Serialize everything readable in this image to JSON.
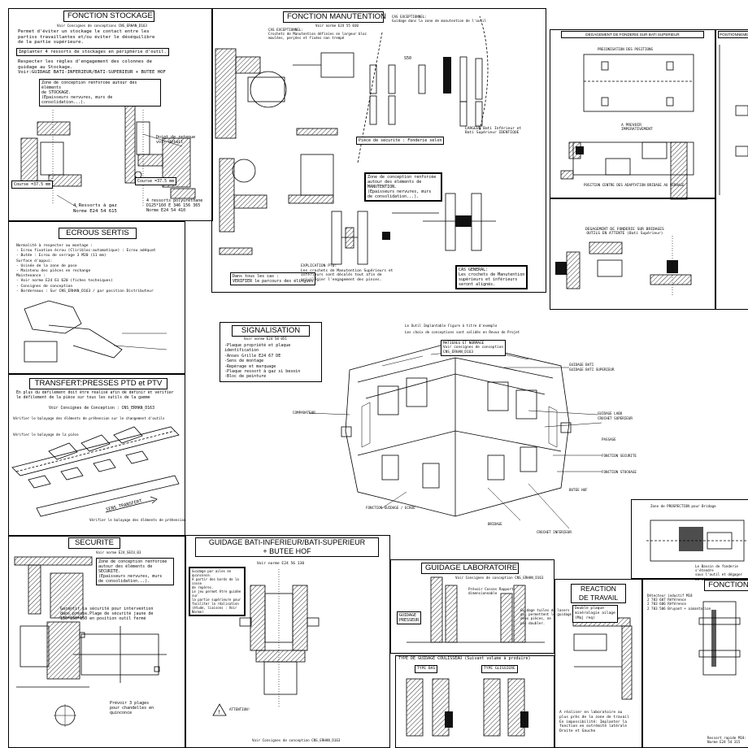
{
  "stockage": {
    "title": "FONCTION STOCKAGE",
    "norm": "Voir Consignes de conceptions CNS_ERHAN_D163",
    "intro": "Permet d'éviter un stockage le contact entre les\npartiss travaillantes et/ou éviter le déséquilibre\nde la partie supérieure.",
    "note1": "Implanter 4 ressorts de stockages en périphérie d'outil.",
    "note2": "Respecter les règles d'engagement des colonnes de\nguidage au Stockage.\nVoir:GUIDAGE BATI-INFERIEUR/BATI-SUPERIEUR + BUTEE HOF",
    "zone": "Zone de conception renforcée autour des éléments\nde STOCKAGE.\n(Epaisseurs nervures, murs de consolidation...).",
    "callout_right": "Doigt de retenue\nvoir détail",
    "course1": "Course =37.5 mm",
    "course2": "Course =37.5 mm",
    "ressorts_gaz": "4 Ressorts à gaz\nNorme E24 54 615",
    "ressorts_poly": "4 ressorts polyuréthane\nD125*160 E 346 156 365\nNorme E24 54 410"
  },
  "manutention": {
    "title": "FONCTION MANUTENTION",
    "norm": "Voir norme E24 55 030",
    "cas_exc1": "CAS EXCEPTIONNEL:\nCrochets de Manutention définies en largeur bloc\nmoulées, perçées et fixées non trempé",
    "cas_exc2": "CAS EXCEPTIONNEL:\nGuidage dans la zone de manutention de l'outil",
    "piece": "Pièce de sécurité : Fonderie selon",
    "zone": "Zone de conception renforcée\nautour des éléments de\nMANUTENTION.\n(Epaisseurs nervures, murs\nde consolidation...).",
    "largeur": "LARGEUR Bati Inférieur et\nBati Supérieur IDENTIQUE",
    "dans_tous": "Dans tous les cas :\nVERIFIER le parcours des élingues",
    "explication": "EXPLICATION PTD:\nLes crochets de Manutention Supérieurs et\nInférieurs sont décalés tout afin de\nprivilégier l'engagement des pinces.",
    "cas_general": "CAS GENERAL:\nLes crochets de Manutention\nsupérieurs et inférieurs\nseront alignés.",
    "s50": "S50"
  },
  "degagement": {
    "title": "DEGAGEMENT DE FONDERIE SUR BATI SUPERIEUR",
    "title_right": "POSITIONNEMENT",
    "nb_positions": "PRECONISATION DES POSITIONS",
    "sub": "DEGAGEMENT DE FONDERIE SUR BRIDAGES\nOUTILS EN ATTENTE (Bati Supérieur)",
    "prevoir": "A PREVOIR\nIMPERATIVEMENT",
    "bottom": "POSITION CENTRE DES ADAPTATION BRIDAGE AU SERRAGE"
  },
  "ecrous": {
    "title": "ECROUS SERTIS",
    "body": "Normalité à respecter au montage :\n - Ecrou fixation écrou (Cliribloc-automatique) : Ecrou adéquat\n - Butée : Ecrou de serrage 3 M20 (11 mm)\nSurface d'appui:\n - Usinée de la zone de pose\n - Maintenu des pièces en rechange\nMaintenance :\n - Voir norme E24 61 620 (fiches techniques)\n - Consignes de conception\n - Bordereaux : Sur CNS_ERHAN_D163 / par position Distributeur"
  },
  "transfert": {
    "title": "TRANSFERT:PRESSES PTD et PTV",
    "body": "En plus du défilement doit être réalisé afin de définir et vérifier\nle défilement de la pièce sur tous les outils de la gamme",
    "norm": "Voir Consignes de Conception : CNS_ERHAN_D163",
    "l1": "Vérifier le balayage des éléments de préhension sur le changement d'outils",
    "l2": "Vérifier le balayage de la pièce",
    "sens": "SENS TRANSFERT",
    "bottom": "Vérifier le balayage des éléments de préhension"
  },
  "signalisation": {
    "title": "SIGNALISATION",
    "norm": "Voir norme E24 58 051",
    "items": "-Plaque propriété et plaque\n identification\n-Anses Grille E24 67 DE\n-Sens de montage\n-Repérage et marquage\n-Plaque ressort à gaz si besoin\n-Bloc de peinture"
  },
  "assembly": {
    "header": "Le Outil Implantable Figure à titre d'exemple",
    "header2": "Les choix de conceptions sont validés en Revue de Projet",
    "matieres": "MATIERES ET NORMAGE\nVoir consignes de conception\nCNS_ERHAN_D163",
    "labels": [
      "GUIDAGE BATI",
      "GUIDAGE BATI SUPERIEUR",
      "GUIDAGE LABO",
      "CROCHET SUPERIEUR",
      "FONCTION STOCKAGE",
      "PASSAGE",
      "FONCTION SECURITE",
      "CROCHET INFERIEUR",
      "FONCTION GUIDAGE / ECROU",
      "BRIDAGE",
      "COMPARATEUR",
      "BUTEE HOF"
    ]
  },
  "securite": {
    "title": "SECURITE",
    "norm": "Voir norme E24_SECU_03",
    "zone": "Zone de conception renforcée\nautour des éléments de\nSECURITE.\n(Epaisseurs nervures, murs\nde consolidation...).",
    "garantir": "Garantir la sécurité pour intervention\ndans presse.Plage de sécurité jaune de\n150*150*150 en position outil fermé",
    "prevoir": "Prévoir 3 plages\npour chandelles en\nquinconce"
  },
  "guidage_bati": {
    "title": "GUIDAGE BATI-INFERIEUR/BATI-SUPERIEUR\n+ BUTEE HOF",
    "norm": "Voir norme E24 56 130",
    "note": "Guidage par ailes en quinconce.\nA partir des bords de la cosse\nde repères.\nLe jeu permet être guidée sur\nla partie supérieure pour\nfaciliter la réalisation\n(étude, liaisons : Voir Norme)",
    "warning": "ATTENTION!",
    "footer": "Voir Consignes de conception CNS_ERHAN_D163"
  },
  "guidage_labo": {
    "title": "GUIDAGE LABORATOIRE",
    "norm": "Voir Consignes de conception CNS_ERHAN_D163",
    "side": "GUIDAGE\nPRESSEUR",
    "cnx": "Prévoir Cosses Rapport\ndimensionnable",
    "guid": "Guidage tuiles de lasers\nqui permettent le guidage des\ndeux pièces, ne\npas doubler.",
    "coulisseau": "TYPE DE GUIDAGE COULISSEAU (Suivant volume à produire)",
    "type_bas": "TYPE BAS",
    "type_glissiere": "TYPE GLISSIERE"
  },
  "reaction": {
    "title": "REACTION\nDE TRAVAIL",
    "body": "Double plaque\nminéralogie ailage\n(Maj req)",
    "bottom": "A réaliser en laboratoire au\nplus près de la zone de travail\nEn impossibilité: Implanter la\nfonction en extrémité latérale\nDroite et Gauche"
  },
  "fonction_r": {
    "title": "FONCTION",
    "items": "Détecteur inductif M18\n2 703 607 Référence\n2 703 606 Référence\n2 703 506 Bruyant + aimantation",
    "footer": "Ressort rapide M18:\nNorme E24 54 315"
  },
  "bridage": {
    "title": "Zone de PROSPECTION pour Bridage",
    "note": "Le Bassin de fonderie s'étendre\nsous l'outil et dégager au mieux"
  }
}
